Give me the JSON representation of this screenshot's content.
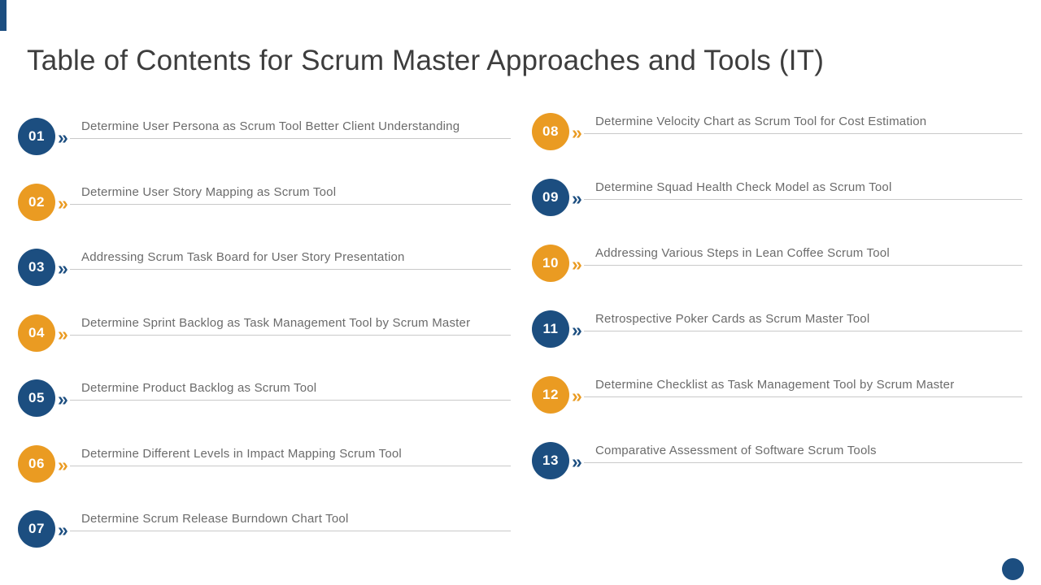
{
  "title": "Table of Contents for Scrum Master Approaches and Tools (IT)",
  "chevron_glyph": "»",
  "colors": {
    "blue": "#1C4E80",
    "orange": "#EA9B22",
    "label_gray": "#6B6B6B",
    "line_gray": "#C9C9C9",
    "title_gray": "#3D3D3D"
  },
  "columns": [
    {
      "items": [
        {
          "num": "01",
          "color": "blue",
          "label": "Determine User Persona as Scrum Tool Better Client Understanding"
        },
        {
          "num": "02",
          "color": "orange",
          "label": "Determine User Story Mapping as Scrum Tool"
        },
        {
          "num": "03",
          "color": "blue",
          "label": "Addressing Scrum Task Board for User Story Presentation"
        },
        {
          "num": "04",
          "color": "orange",
          "label": "Determine Sprint Backlog as Task Management Tool by Scrum Master"
        },
        {
          "num": "05",
          "color": "blue",
          "label": "Determine Product Backlog as Scrum Tool"
        },
        {
          "num": "06",
          "color": "orange",
          "label": "Determine Different Levels in Impact Mapping Scrum Tool"
        },
        {
          "num": "07",
          "color": "blue",
          "label": "Determine Scrum Release Burndown Chart Tool"
        }
      ]
    },
    {
      "items": [
        {
          "num": "08",
          "color": "orange",
          "label": "Determine Velocity Chart as Scrum Tool for Cost Estimation"
        },
        {
          "num": "09",
          "color": "blue",
          "label": "Determine Squad Health Check Model as Scrum Tool"
        },
        {
          "num": "10",
          "color": "orange",
          "label": "Addressing Various Steps in Lean Coffee Scrum Tool"
        },
        {
          "num": "11",
          "color": "blue",
          "label": "Retrospective Poker Cards as Scrum Master Tool"
        },
        {
          "num": "12",
          "color": "orange",
          "label": "Determine Checklist as Task Management Tool by Scrum Master"
        },
        {
          "num": "13",
          "color": "blue",
          "label": "Comparative Assessment of Software Scrum Tools"
        }
      ]
    }
  ]
}
